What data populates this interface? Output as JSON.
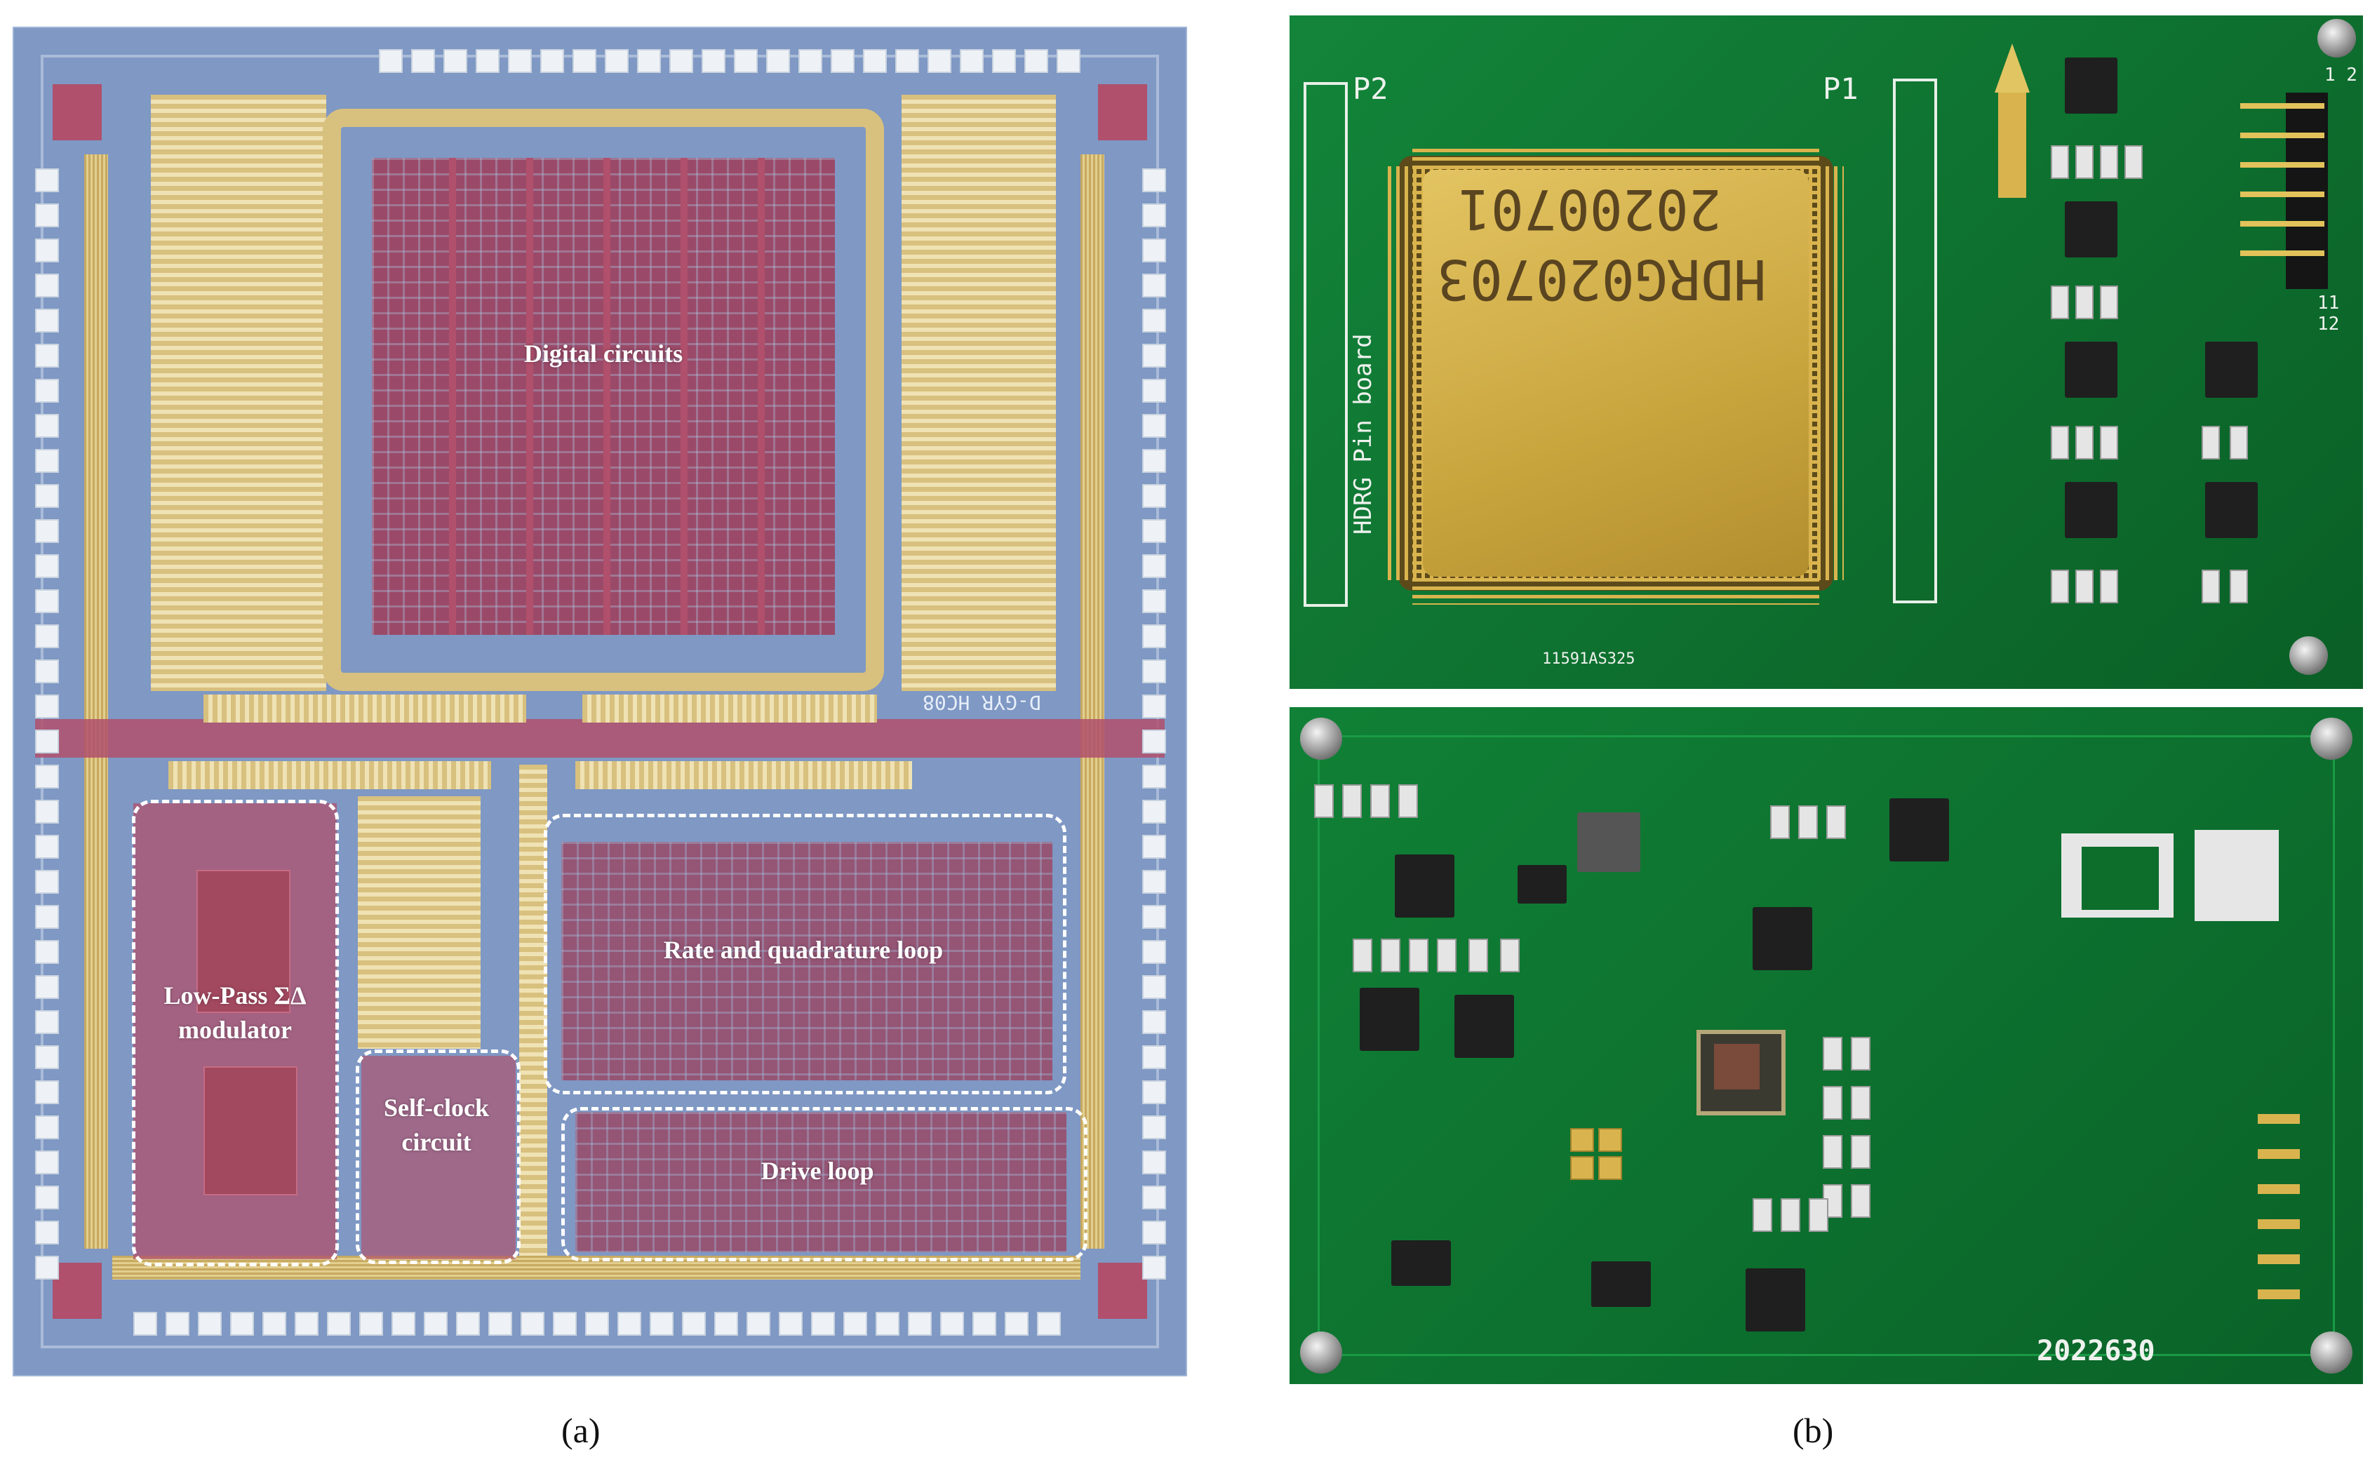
{
  "panel_a": {
    "labels": {
      "digital": "Digital circuits",
      "lowpass": "Low-Pass ΣΔ modulator",
      "selfclock": "Self-clock circuit",
      "rate": "Rate and quadrature loop",
      "drive": "Drive loop"
    },
    "die_marking": "D-GYR HC08",
    "caption": "(a)"
  },
  "panel_b": {
    "top_board": {
      "header_p2": "P2",
      "header_p1": "P1",
      "package_text_line1": "20200701",
      "package_text_line2": "HDRG020703",
      "silk_bottom": "HDRG Pin board",
      "silk_code": "11591AS325",
      "pin_top": "1 2",
      "pin_bottom": "11 12"
    },
    "bottom_board": {
      "silk_code": "2022630"
    },
    "caption": "(b)"
  },
  "colors": {
    "die_bg": "#7f98c4",
    "metal_gold": "#d8c07e",
    "logic_red": "#b0506c",
    "pcb_green": "#0d6e2c",
    "package_gold": "#c9a53e"
  }
}
